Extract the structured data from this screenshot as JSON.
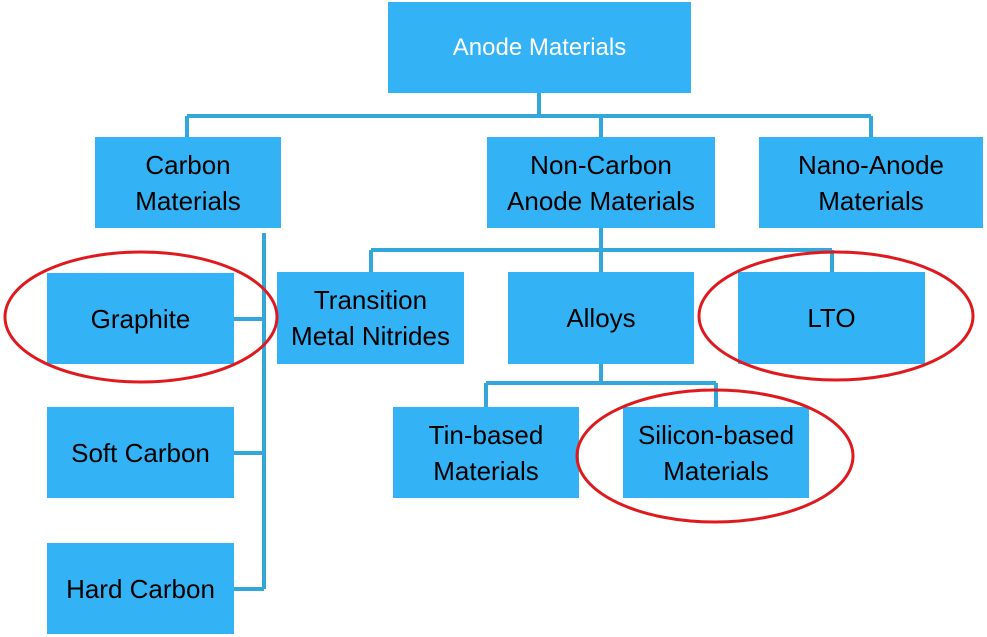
{
  "colors": {
    "box_fill": "#33b2f5",
    "connector": "#33a6dc",
    "highlight": "#e0191e"
  },
  "nodes": {
    "root": "Anode Materials",
    "carbon": "Carbon\nMaterials",
    "non_carbon": "Non-Carbon\nAnode Materials",
    "nano": "Nano-Anode\nMaterials",
    "graphite": "Graphite",
    "soft_carbon": "Soft Carbon",
    "hard_carbon": "Hard Carbon",
    "tmn": "Transition\nMetal Nitrides",
    "alloys": "Alloys",
    "lto": "LTO",
    "tin": "Tin-based\nMaterials",
    "silicon": "Silicon-based\nMaterials"
  },
  "highlighted": [
    "Graphite",
    "LTO",
    "Silicon-based Materials"
  ]
}
